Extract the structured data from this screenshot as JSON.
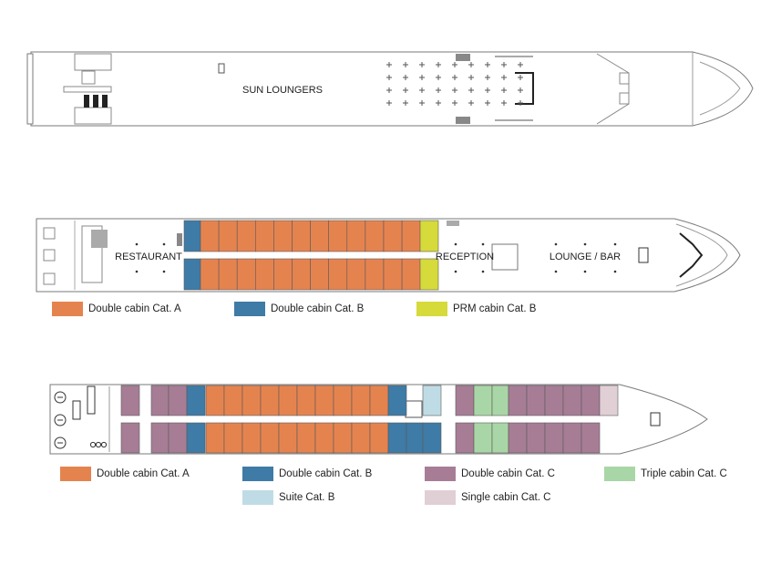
{
  "colors": {
    "double_a": "#E5834F",
    "double_b": "#3E7BA6",
    "prm_b": "#D6DA3A",
    "double_c": "#A77D96",
    "triple_c": "#A9D6A6",
    "suite_b": "#BFDCE6",
    "single_c": "#E1CFD6",
    "outline": "#7a7a7a"
  },
  "top_deck": {
    "sun_loungers": "SUN LOUNGERS"
  },
  "middle_deck": {
    "restaurant": "RESTAURANT",
    "reception": "RECEPTION",
    "lounge_bar": "LOUNGE / BAR",
    "legend": [
      {
        "label": "Double cabin Cat. A",
        "color": "#E5834F"
      },
      {
        "label": "Double cabin Cat. B",
        "color": "#3E7BA6"
      },
      {
        "label": "PRM cabin Cat. B",
        "color": "#D6DA3A"
      }
    ]
  },
  "lower_deck": {
    "legend_row1": [
      {
        "label": "Double cabin Cat. A",
        "color": "#E5834F"
      },
      {
        "label": "Double cabin Cat. B",
        "color": "#3E7BA6"
      },
      {
        "label": "Double cabin Cat. C",
        "color": "#A77D96"
      },
      {
        "label": "Triple cabin Cat. C",
        "color": "#A9D6A6"
      }
    ],
    "legend_row2": [
      {
        "label": "Suite Cat. B",
        "color": "#BFDCE6"
      },
      {
        "label": "Single cabin Cat. C",
        "color": "#E1CFD6"
      }
    ]
  }
}
